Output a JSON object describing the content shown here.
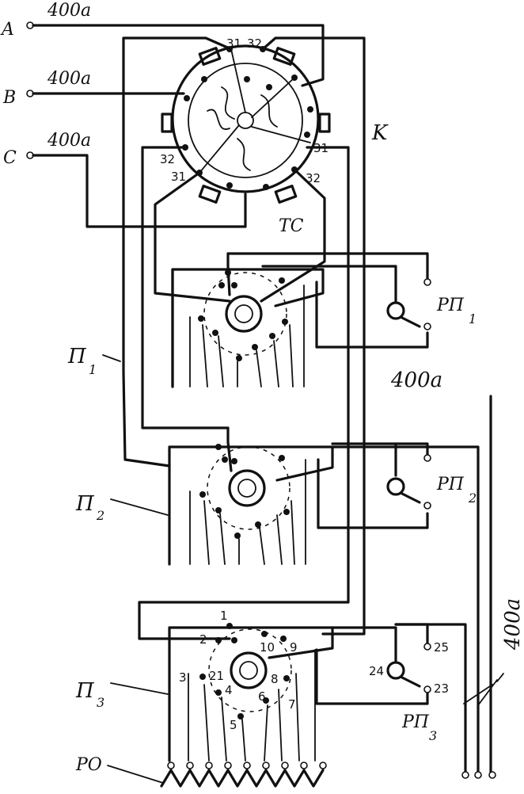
{
  "diagram": {
    "phases": [
      {
        "name": "A",
        "current": "400a"
      },
      {
        "name": "B",
        "current": "400a"
      },
      {
        "name": "C",
        "current": "400a"
      }
    ],
    "transformer_label": "TC",
    "wire_k_label": "K",
    "tap_numbers": {
      "a": "31",
      "b": "32"
    },
    "switches": [
      {
        "main": "П",
        "sub": "1"
      },
      {
        "main": "П",
        "sub": "2"
      },
      {
        "main": "П",
        "sub": "3"
      }
    ],
    "relays": [
      {
        "main": "РП",
        "sub": "1"
      },
      {
        "main": "РП",
        "sub": "2"
      },
      {
        "main": "РП",
        "sub": "3"
      }
    ],
    "relay_current_label": "400a",
    "output_current_label": "400a",
    "contact_numbers": [
      "1",
      "2",
      "3",
      "4",
      "5",
      "6",
      "7",
      "8",
      "9",
      "10",
      "21"
    ],
    "relay3_terminals": [
      "24",
      "23",
      "25"
    ],
    "load_label": "РО"
  }
}
